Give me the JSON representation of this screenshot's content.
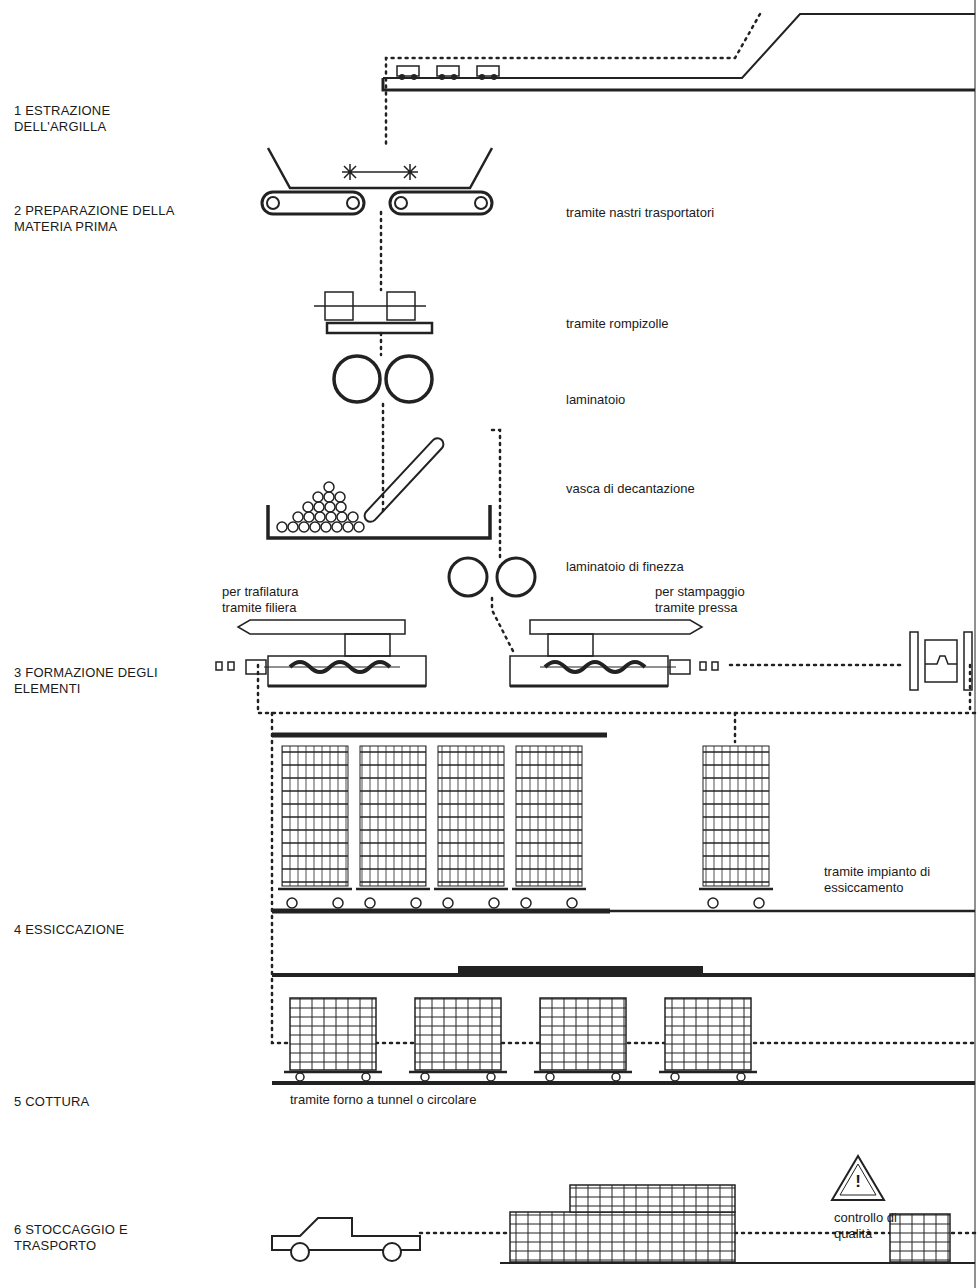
{
  "diagram": {
    "labels": [
      "1 ESTRAZIONE DELL'ARGILLA",
      "2 PREPARAZIONE DELLA MATERIA PRIMA",
      "tramite nastri trasportatori",
      "tramite rompizolle",
      "laminatoio",
      "vasca di decantazione",
      "laminatoio di finezza",
      "per trafilatura tramite filiera",
      "per stampaggio tramite pressa",
      "3 FORMAZIONE DEGLI ELEMENTI",
      "4 ESSICCAZIONE",
      "tramite impianto di essiccamento",
      "5 COTTURA",
      "tramite forno a tunnel o circolare",
      "6 STOCCAGGIO E TRASPORTO",
      "!",
      "controllo di qualità"
    ]
  }
}
